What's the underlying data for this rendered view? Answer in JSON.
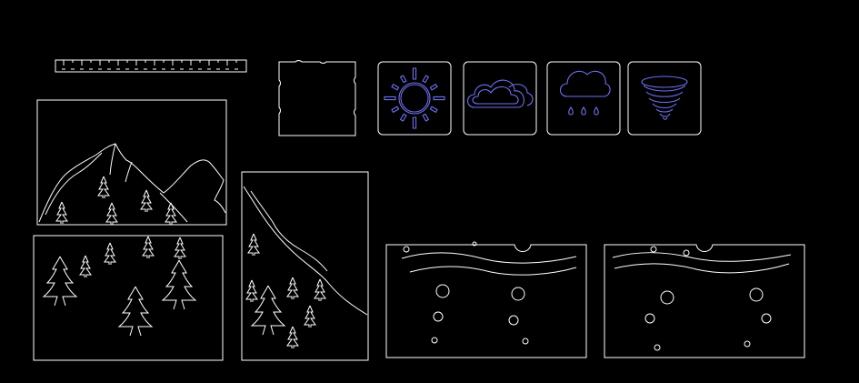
{
  "colors": {
    "background": "#000000",
    "outline": "#ffffff",
    "weather_icon": "#6f6ff0"
  },
  "pieces": [
    {
      "name": "ruler-strip",
      "icon": "ruler"
    },
    {
      "name": "mountain-panel",
      "icon": "mountains-with-pine-trees"
    },
    {
      "name": "forest-panel",
      "icon": "pine-trees"
    },
    {
      "name": "hillside-panel",
      "icon": "hill-slope-with-trees"
    },
    {
      "name": "blank-tile",
      "icon": "blank-tile"
    },
    {
      "name": "sun-tile",
      "icon": "sun-icon"
    },
    {
      "name": "cloud-tile",
      "icon": "cloud-icon"
    },
    {
      "name": "rain-tile",
      "icon": "rain-cloud-icon"
    },
    {
      "name": "tornado-tile",
      "icon": "tornado-icon"
    },
    {
      "name": "water-panel-left",
      "icon": "waves-and-bubbles"
    },
    {
      "name": "water-panel-right",
      "icon": "waves-and-bubbles"
    }
  ]
}
